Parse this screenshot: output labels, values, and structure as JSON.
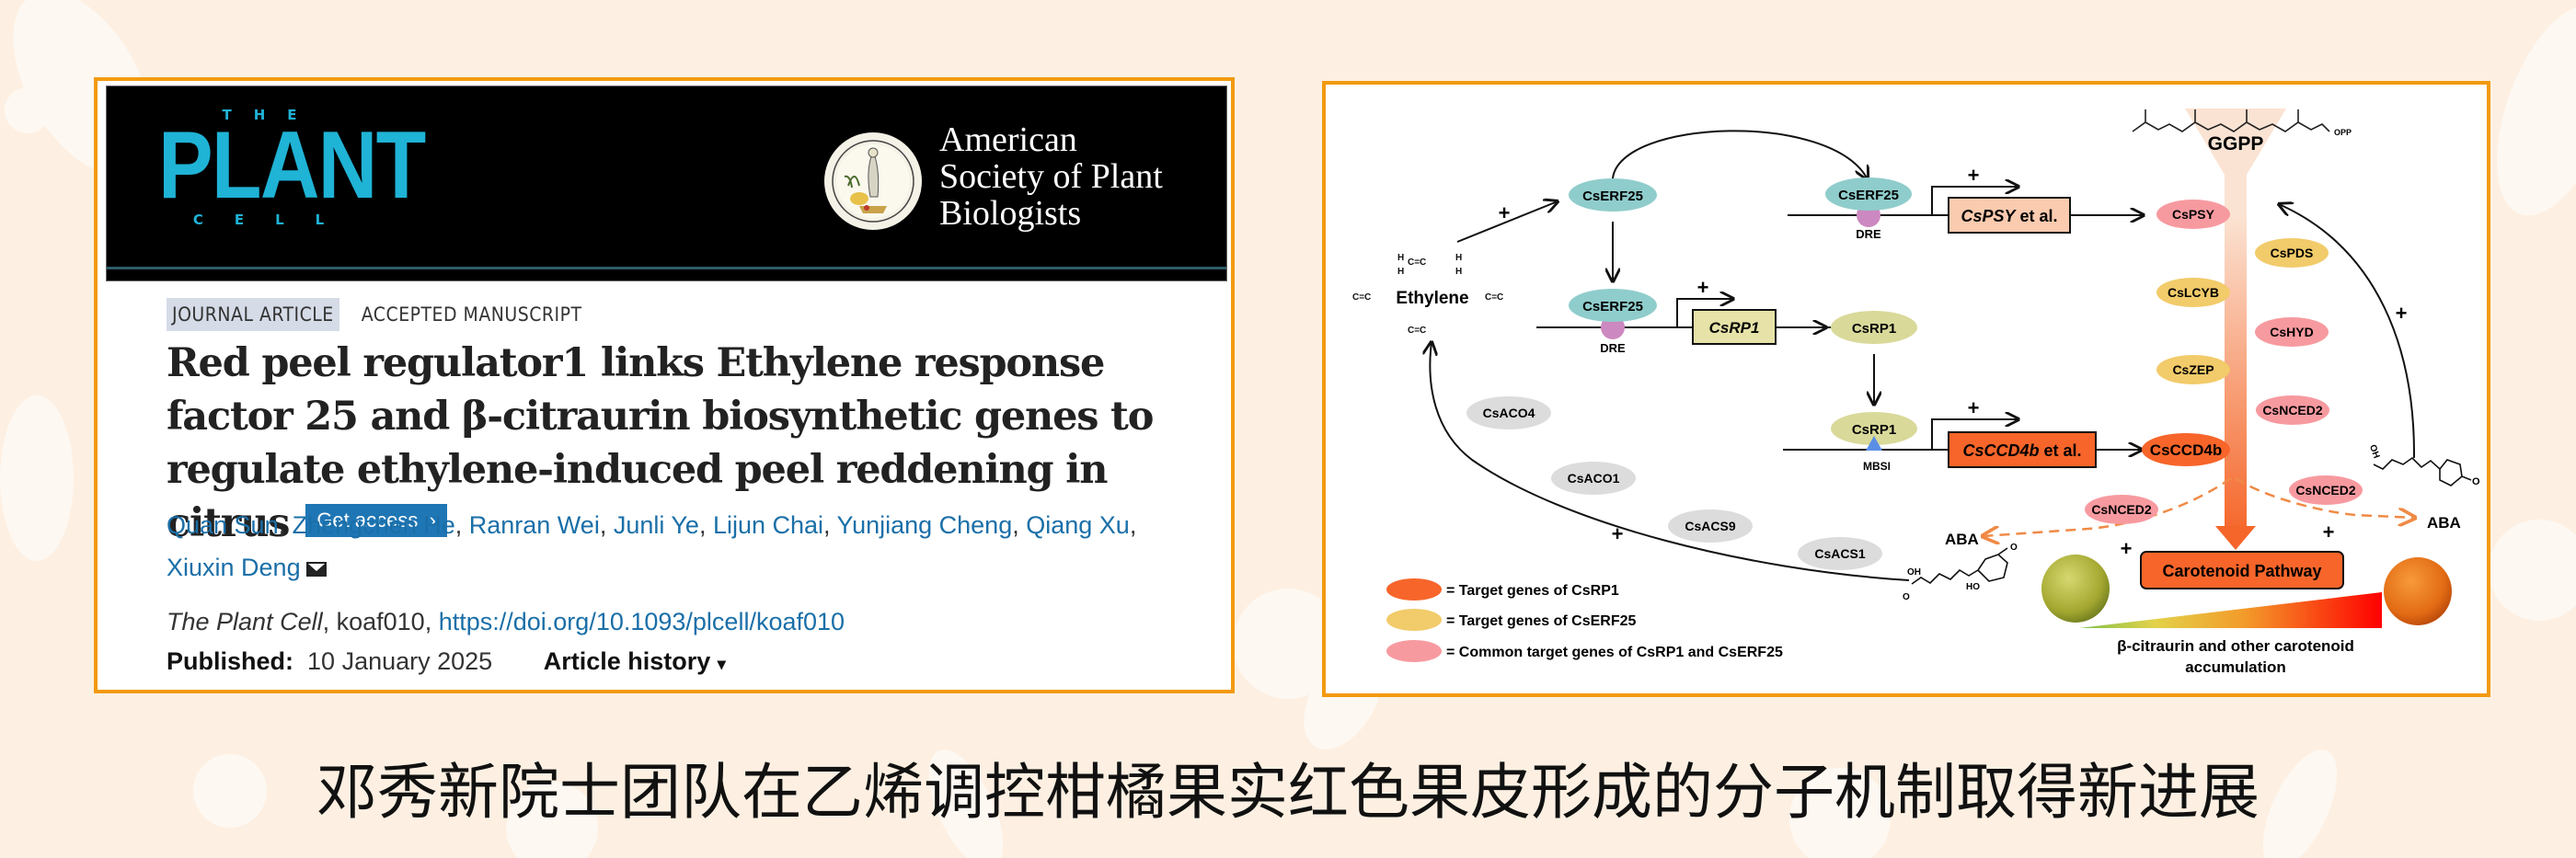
{
  "article": {
    "journal_logo": {
      "top": "THE",
      "main": "PLANT",
      "bottom": "CELL"
    },
    "society_name": [
      "American",
      "Society of Plant",
      "Biologists"
    ],
    "tags": [
      "JOURNAL ARTICLE",
      "ACCEPTED MANUSCRIPT"
    ],
    "title": "Red peel regulator1 links Ethylene response factor 25 and β-citraurin biosynthetic genes to regulate ethylene-induced peel reddening in citrus",
    "get_access_label": "Get access",
    "get_access_chevron": "›",
    "authors": [
      "Quan Sun",
      "Zhengchen He",
      "Ranran Wei",
      "Junli Ye",
      "Lijun Chai",
      "Yunjiang Cheng",
      "Qiang Xu",
      "Xiuxin Deng"
    ],
    "citation": {
      "journal": "The Plant Cell",
      "article_id": "koaf010",
      "doi_url": "https://doi.org/10.1093/plcell/koaf010"
    },
    "published_label": "Published:",
    "published_date": "10 January 2025",
    "history_label": "Article history",
    "history_caret": "▾"
  },
  "diagram": {
    "ethylene_label": "Ethylene",
    "ethylene_formula": {
      "h": "H",
      "c": "C=C"
    },
    "csERF25": "CsERF25",
    "dre": "DRE",
    "csRP1_gene": "CsRP1",
    "csRP1_protein": "CsRP1",
    "mbsi": "MBSI",
    "cspsy_box": {
      "italic": "CsPSY",
      "rest": " et al."
    },
    "csccd4b_box": {
      "italic": "CsCCD4b",
      "rest": " et al."
    },
    "plus": "+",
    "ggpp": "GGPP",
    "opp": "OPP",
    "aba": "ABA",
    "aba_oh": "OH",
    "aba_ho": "HO",
    "aba_o": "O",
    "pathway_enzymes": [
      {
        "name": "CsPSY",
        "category": "common"
      },
      {
        "name": "CsPDS",
        "category": "erf25"
      },
      {
        "name": "CsLCYB",
        "category": "erf25"
      },
      {
        "name": "CsHYD",
        "category": "common"
      },
      {
        "name": "CsZEP",
        "category": "erf25"
      },
      {
        "name": "CsNCED2",
        "category": "common"
      },
      {
        "name": "CsCCD4b",
        "category": "rp1"
      }
    ],
    "aba_enzymes": [
      "CsNCED2",
      "CsNCED2"
    ],
    "ethylene_biosynthesis_genes": [
      "CsACO4",
      "CsACO1",
      "CsACS9",
      "CsACS1"
    ],
    "carotenoid_pathway_label": "Carotenoid Pathway",
    "accumulation_label": [
      "β-citraurin and other carotenoid",
      "accumulation"
    ],
    "legend": [
      {
        "label": "= Target genes of CsRP1",
        "color": "#f7652a"
      },
      {
        "label": "= Target genes of CsERF25",
        "color": "#f2cb6a"
      },
      {
        "label": "= Common target genes of CsRP1 and CsERF25",
        "color": "#f79aa0"
      }
    ],
    "colors": {
      "erf25": "#8fcdcc",
      "dre": "#cc88c0",
      "rp1_protein": "#d9d99a",
      "rp1_gene_box": "#e6e2a8",
      "psy_box": "#fbcbaf",
      "ccd4b_box": "#f7652a",
      "mbsi": "#5b8fe6",
      "grey_enzyme": "#dcdcdc",
      "dashed_arrow": "#f08a45"
    }
  },
  "headline": "邓秀新院士团队在乙烯调控柑橘果实红色果皮形成的分子机制取得新进展"
}
